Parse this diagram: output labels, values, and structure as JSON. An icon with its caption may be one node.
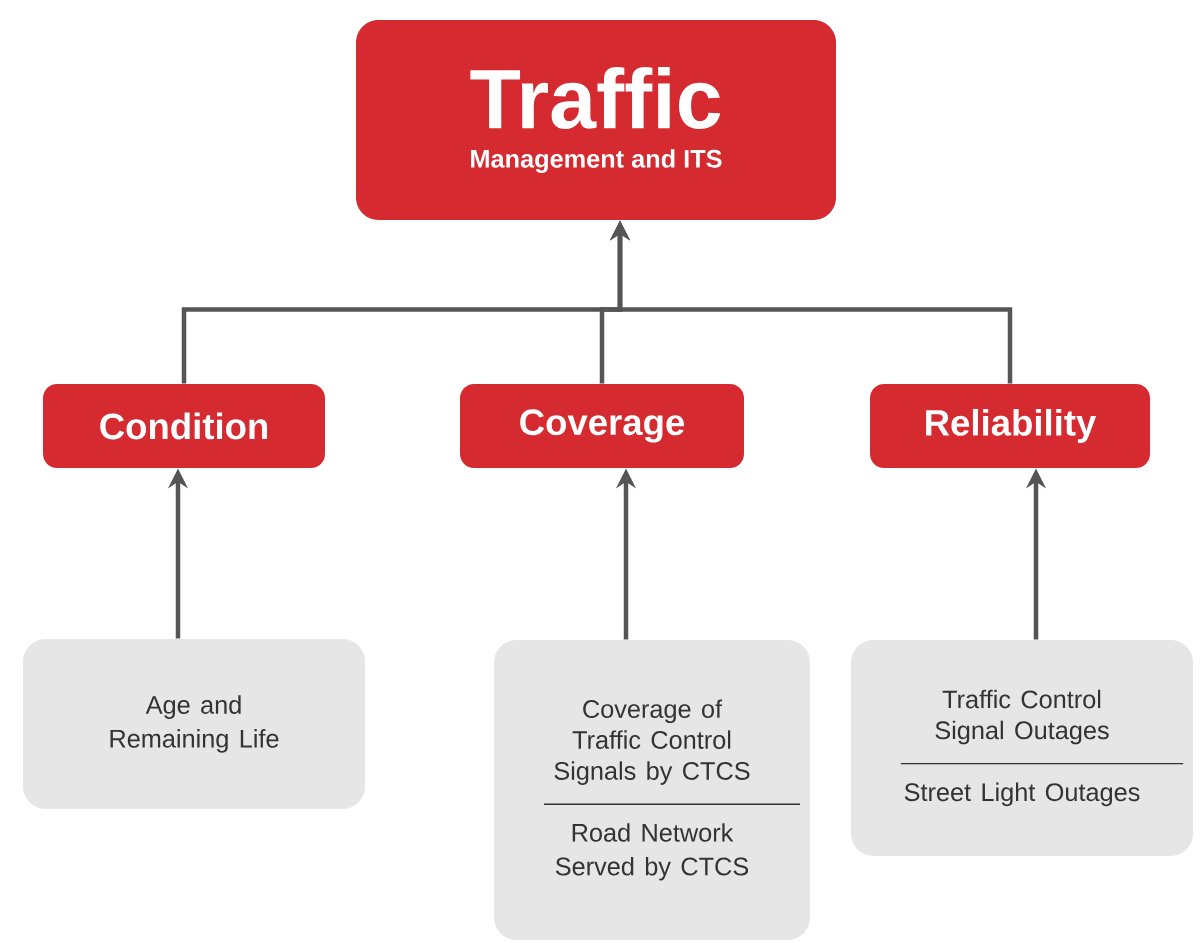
{
  "diagram": {
    "nodes": [
      {
        "text": [
          "Traffic",
          "Management and ITS"
        ]
      },
      {
        "text": [
          "Condition"
        ]
      },
      {
        "text": [
          "Coverage"
        ]
      },
      {
        "text": [
          "Reliability"
        ]
      },
      {
        "text": [
          "Age and Remaining Life"
        ]
      },
      {
        "text": [
          "Coverage of Traffic Control Signals by CTCS",
          "Road Network Served by CTCS"
        ]
      },
      {
        "text": [
          "Traffic Control Signal Outages",
          "Street Light Outages"
        ]
      }
    ],
    "edges": [
      {
        "from": 1,
        "to": 0,
        "arrow": "to"
      },
      {
        "from": 2,
        "to": 0,
        "arrow": "to"
      },
      {
        "from": 3,
        "to": 0,
        "arrow": "to"
      },
      {
        "from": 4,
        "to": 1,
        "arrow": "to"
      },
      {
        "from": 5,
        "to": 2,
        "arrow": "to"
      },
      {
        "from": 6,
        "to": 3,
        "arrow": "to"
      }
    ]
  }
}
